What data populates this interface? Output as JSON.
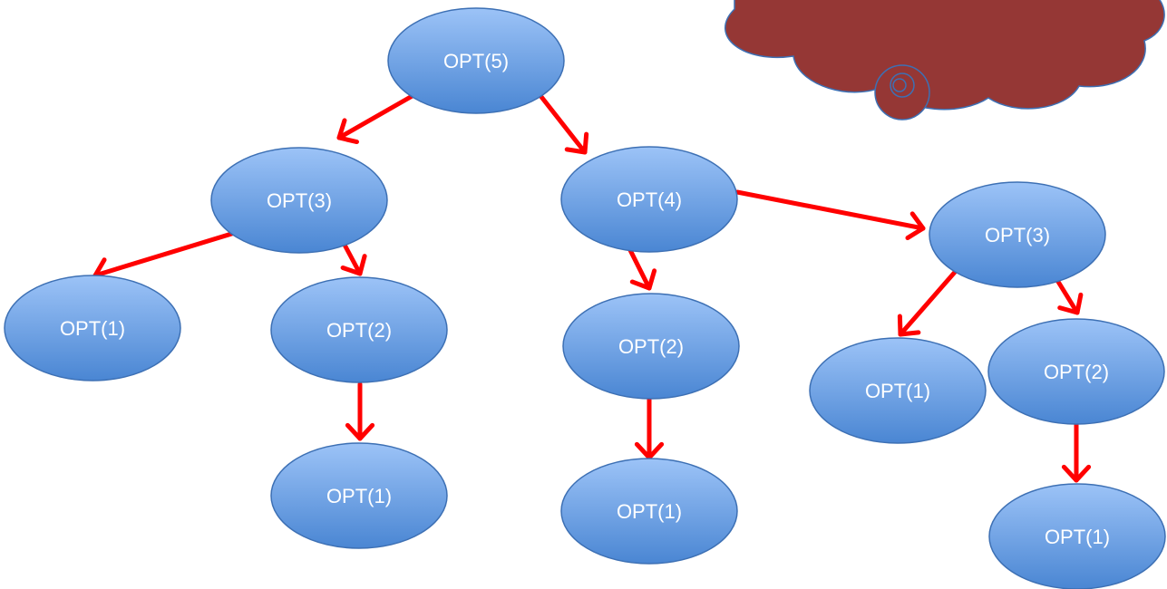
{
  "diagram": {
    "colors": {
      "node_top": "#9cc3f7",
      "node_bottom": "#4a86d3",
      "node_stroke": "#3d70b4",
      "edge": "#ff0000",
      "cloud": "#953735",
      "cloud_stroke": "#3d70b4"
    },
    "nodes": [
      {
        "id": "n5",
        "label": "OPT(5)"
      },
      {
        "id": "n3a",
        "label": "OPT(3)"
      },
      {
        "id": "n4",
        "label": "OPT(4)"
      },
      {
        "id": "n3b",
        "label": "OPT(3)"
      },
      {
        "id": "n1a",
        "label": "OPT(1)"
      },
      {
        "id": "n2a",
        "label": "OPT(2)"
      },
      {
        "id": "n2b",
        "label": "OPT(2)"
      },
      {
        "id": "n1d",
        "label": "OPT(1)"
      },
      {
        "id": "n2c",
        "label": "OPT(2)"
      },
      {
        "id": "n1b",
        "label": "OPT(1)"
      },
      {
        "id": "n1c",
        "label": "OPT(1)"
      },
      {
        "id": "n1e",
        "label": "OPT(1)"
      }
    ],
    "edges": [
      {
        "from": "n5",
        "to": "n3a"
      },
      {
        "from": "n5",
        "to": "n4"
      },
      {
        "from": "n3a",
        "to": "n1a"
      },
      {
        "from": "n3a",
        "to": "n2a"
      },
      {
        "from": "n2a",
        "to": "n1b"
      },
      {
        "from": "n4",
        "to": "n2b"
      },
      {
        "from": "n4",
        "to": "n3b"
      },
      {
        "from": "n2b",
        "to": "n1c"
      },
      {
        "from": "n3b",
        "to": "n1d"
      },
      {
        "from": "n3b",
        "to": "n2c"
      },
      {
        "from": "n2c",
        "to": "n1e"
      }
    ]
  }
}
